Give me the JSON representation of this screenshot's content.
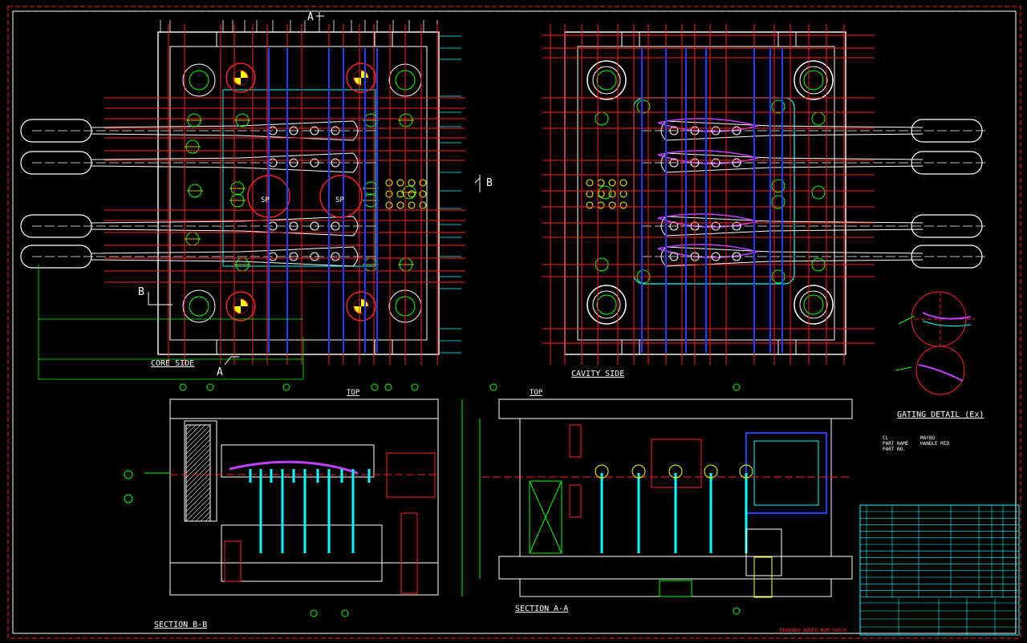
{
  "drawing": {
    "views": {
      "core_side": "CORE SIDE",
      "cavity_side": "CAVITY SIDE",
      "section_bb": "SECTION B-B",
      "section_aa": "SECTION A-A",
      "gating_detail": "GATING DETAIL (Ex)"
    },
    "markers": {
      "section_a_top": "A",
      "section_a_bottom": "A",
      "section_b_left": "B",
      "section_b_right": "B",
      "top_left": "TOP",
      "top_right": "TOP",
      "sp_left": "SP",
      "sp_right": "SP"
    },
    "part_info": {
      "line1_label": "CL",
      "line1_value": "MAYBO",
      "line2_label": "PART NAME",
      "line2_value": "HANDLE MID",
      "line3_label": "PART NO."
    },
    "footer_note": "DRAWING ADDED BOM CHECK",
    "colors": {
      "background": "#000000",
      "outline": "#ffffff",
      "centerline": "#ff2020",
      "cooling": "#00ffff",
      "ejector": "#1f3dff",
      "runner": "#00ff00",
      "part": "#c040ff",
      "highlight": "#ffff00"
    }
  }
}
